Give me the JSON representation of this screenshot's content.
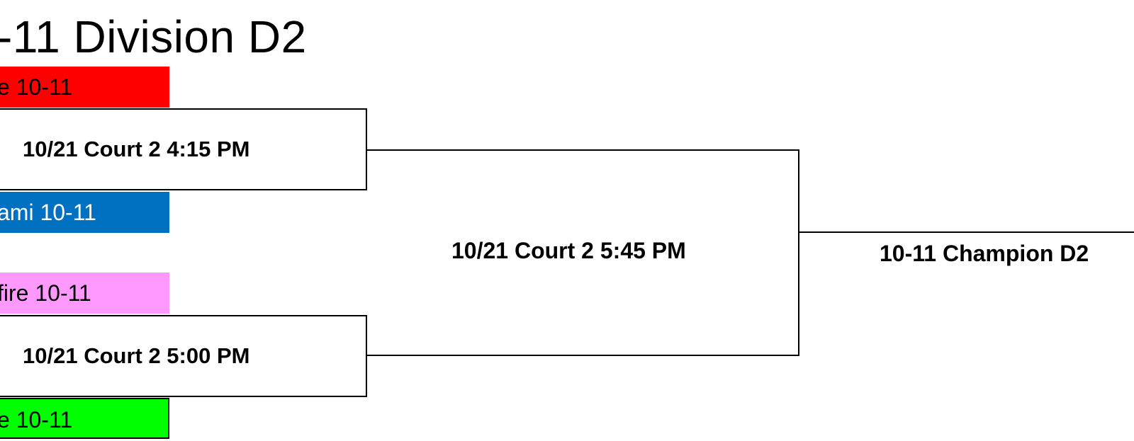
{
  "title": "-11 Division D2",
  "teams": [
    {
      "label": "e 10-11",
      "color": "#ff0000",
      "text_color": "#000000"
    },
    {
      "label": "ami 10-11",
      "color": "#0070c0",
      "text_color": "#ffffff"
    },
    {
      "label": "fire 10-11",
      "color": "#ff99ff",
      "text_color": "#000000"
    },
    {
      "label": "e 10-11",
      "color": "#00ff00",
      "text_color": "#000000"
    }
  ],
  "games": {
    "semifinal_1": "10/21 Court 2 4:15 PM",
    "semifinal_2": "10/21 Court 2 5:00 PM",
    "final": "10/21 Court 2 5:45 PM"
  },
  "champion": "10-11 Champion D2"
}
